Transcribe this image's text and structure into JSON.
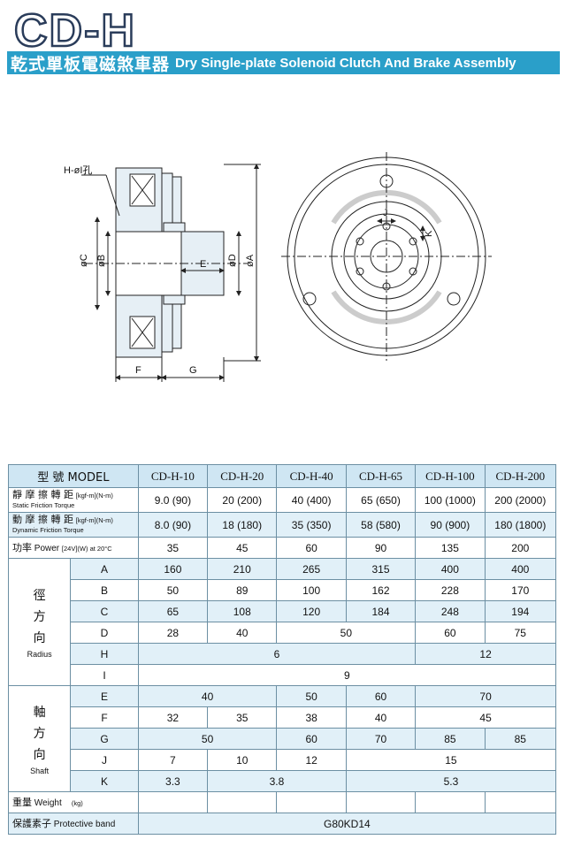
{
  "header": {
    "model_code": "CD-H",
    "title_zh": "乾式單板電磁煞車器",
    "title_en": "Dry Single-plate Solenoid Clutch And Brake Assembly"
  },
  "drawing": {
    "hole_label": "H-øI孔",
    "labels": {
      "C": "øC",
      "B": "øB",
      "E": "E",
      "D": "øD",
      "A": "øA",
      "F": "F",
      "G": "G",
      "J": "J",
      "K": "K"
    }
  },
  "colors": {
    "accent": "#2a9fc9",
    "header_row": "#cfe6f3",
    "stripe": "#e1f0f8",
    "border": "#6c8fa3"
  },
  "table": {
    "header_model_zh": "型 號",
    "header_model_en": "MODEL",
    "models": [
      "CD-H-10",
      "CD-H-20",
      "CD-H-40",
      "CD-H-65",
      "CD-H-100",
      "CD-H-200"
    ],
    "static_torque": {
      "zh": "靜 摩 擦 轉 距",
      "en": "Static Friction Torque",
      "unit": "[kgf-m](N-m)",
      "values": [
        "9.0 (90)",
        "20 (200)",
        "40 (400)",
        "65 (650)",
        "100 (1000)",
        "200 (2000)"
      ]
    },
    "dynamic_torque": {
      "zh": "動 摩 擦 轉 距",
      "en": "Dynamic Friction Torque",
      "unit": "[kgf-m](N-m)",
      "values": [
        "8.0 (90)",
        "18 (180)",
        "35 (350)",
        "58 (580)",
        "90  (900)",
        "180 (1800)"
      ]
    },
    "power": {
      "zh": "功率",
      "en": "Power",
      "cond": "[24V](W) at 20°C",
      "values": [
        "35",
        "45",
        "60",
        "90",
        "135",
        "200"
      ]
    },
    "radius_group": {
      "zh1": "徑",
      "zh2": "方",
      "zh3": "向",
      "en": "Radius"
    },
    "radius_rows": {
      "A": [
        "160",
        "210",
        "265",
        "315",
        "400",
        "400"
      ],
      "B": [
        "50",
        "89",
        "100",
        "162",
        "228",
        "170"
      ],
      "C": [
        "65",
        "108",
        "120",
        "184",
        "248",
        "194"
      ],
      "D": [
        "28",
        "40",
        "50",
        "60",
        "75"
      ],
      "H": [
        "6",
        "12"
      ],
      "I": [
        "9"
      ]
    },
    "shaft_group": {
      "zh1": "軸",
      "zh2": "方",
      "zh3": "向",
      "en": "Shaft"
    },
    "shaft_rows": {
      "E": [
        "40",
        "50",
        "60",
        "70"
      ],
      "F": [
        "32",
        "35",
        "38",
        "40",
        "45"
      ],
      "G": [
        "50",
        "60",
        "70",
        "85",
        "85"
      ],
      "J": [
        "7",
        "10",
        "12",
        "15"
      ],
      "K": [
        "3.3",
        "3.8",
        "5.3"
      ]
    },
    "weight": {
      "zh": "重量",
      "en": "Weight",
      "unit": "(kg)"
    },
    "band": {
      "zh": "保護素子",
      "en": "Protective band",
      "value": "G80KD14"
    }
  }
}
